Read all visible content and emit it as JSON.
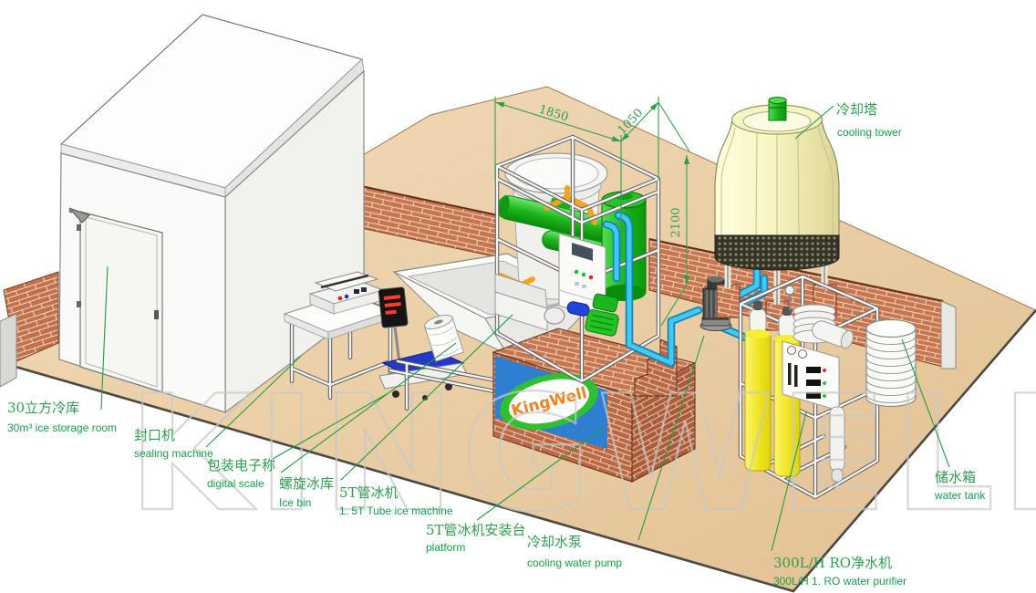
{
  "watermark": "KINGWELL",
  "banner_logo": "KingWell",
  "dimensions_mm": {
    "width": "1850",
    "depth": "1050",
    "height": "2100"
  },
  "labels": {
    "ice_storage_room": {
      "zh": "30立方冷库",
      "en": "30m³ ice storage room"
    },
    "sealing_machine": {
      "zh": "封口机",
      "en": "sealing machine"
    },
    "digital_scale": {
      "zh": "包装电子称",
      "en": "digital scale"
    },
    "ice_bin": {
      "zh": "螺旋冰库",
      "en": "Ice bin"
    },
    "tube_ice_machine": {
      "zh": "5T管冰机",
      "en": "1. 5T Tube ice machine"
    },
    "platform": {
      "zh": "5T管冰机安装台",
      "en": "platform"
    },
    "cooling_water_pump": {
      "zh": "冷却水泵",
      "en": "cooling water pump"
    },
    "cooling_tower": {
      "zh": "冷却塔",
      "en": "cooling tower"
    },
    "ro_water_purifier": {
      "zh": "300L/H RO净水机",
      "en": "300L/H 1. RO water purifier"
    },
    "water_tank": {
      "zh": "储水箱",
      "en": "water tank"
    }
  },
  "colors": {
    "label_green": "#1f9e43",
    "floor_tan": "#ead0a8",
    "brick_red": "#c9764e",
    "banner_blue": "#2e7fd2",
    "logo_orange": "#f28322",
    "machine_green": "#22c022",
    "pipe_cyan": "#44c7f1",
    "pipe_orange": "#f6a21c",
    "filter_yellow": "#f2ea1e",
    "tower_cream": "#f8f6c4",
    "scale_blue": "#2438c8",
    "watermark_gray": "#c9c9c9"
  }
}
